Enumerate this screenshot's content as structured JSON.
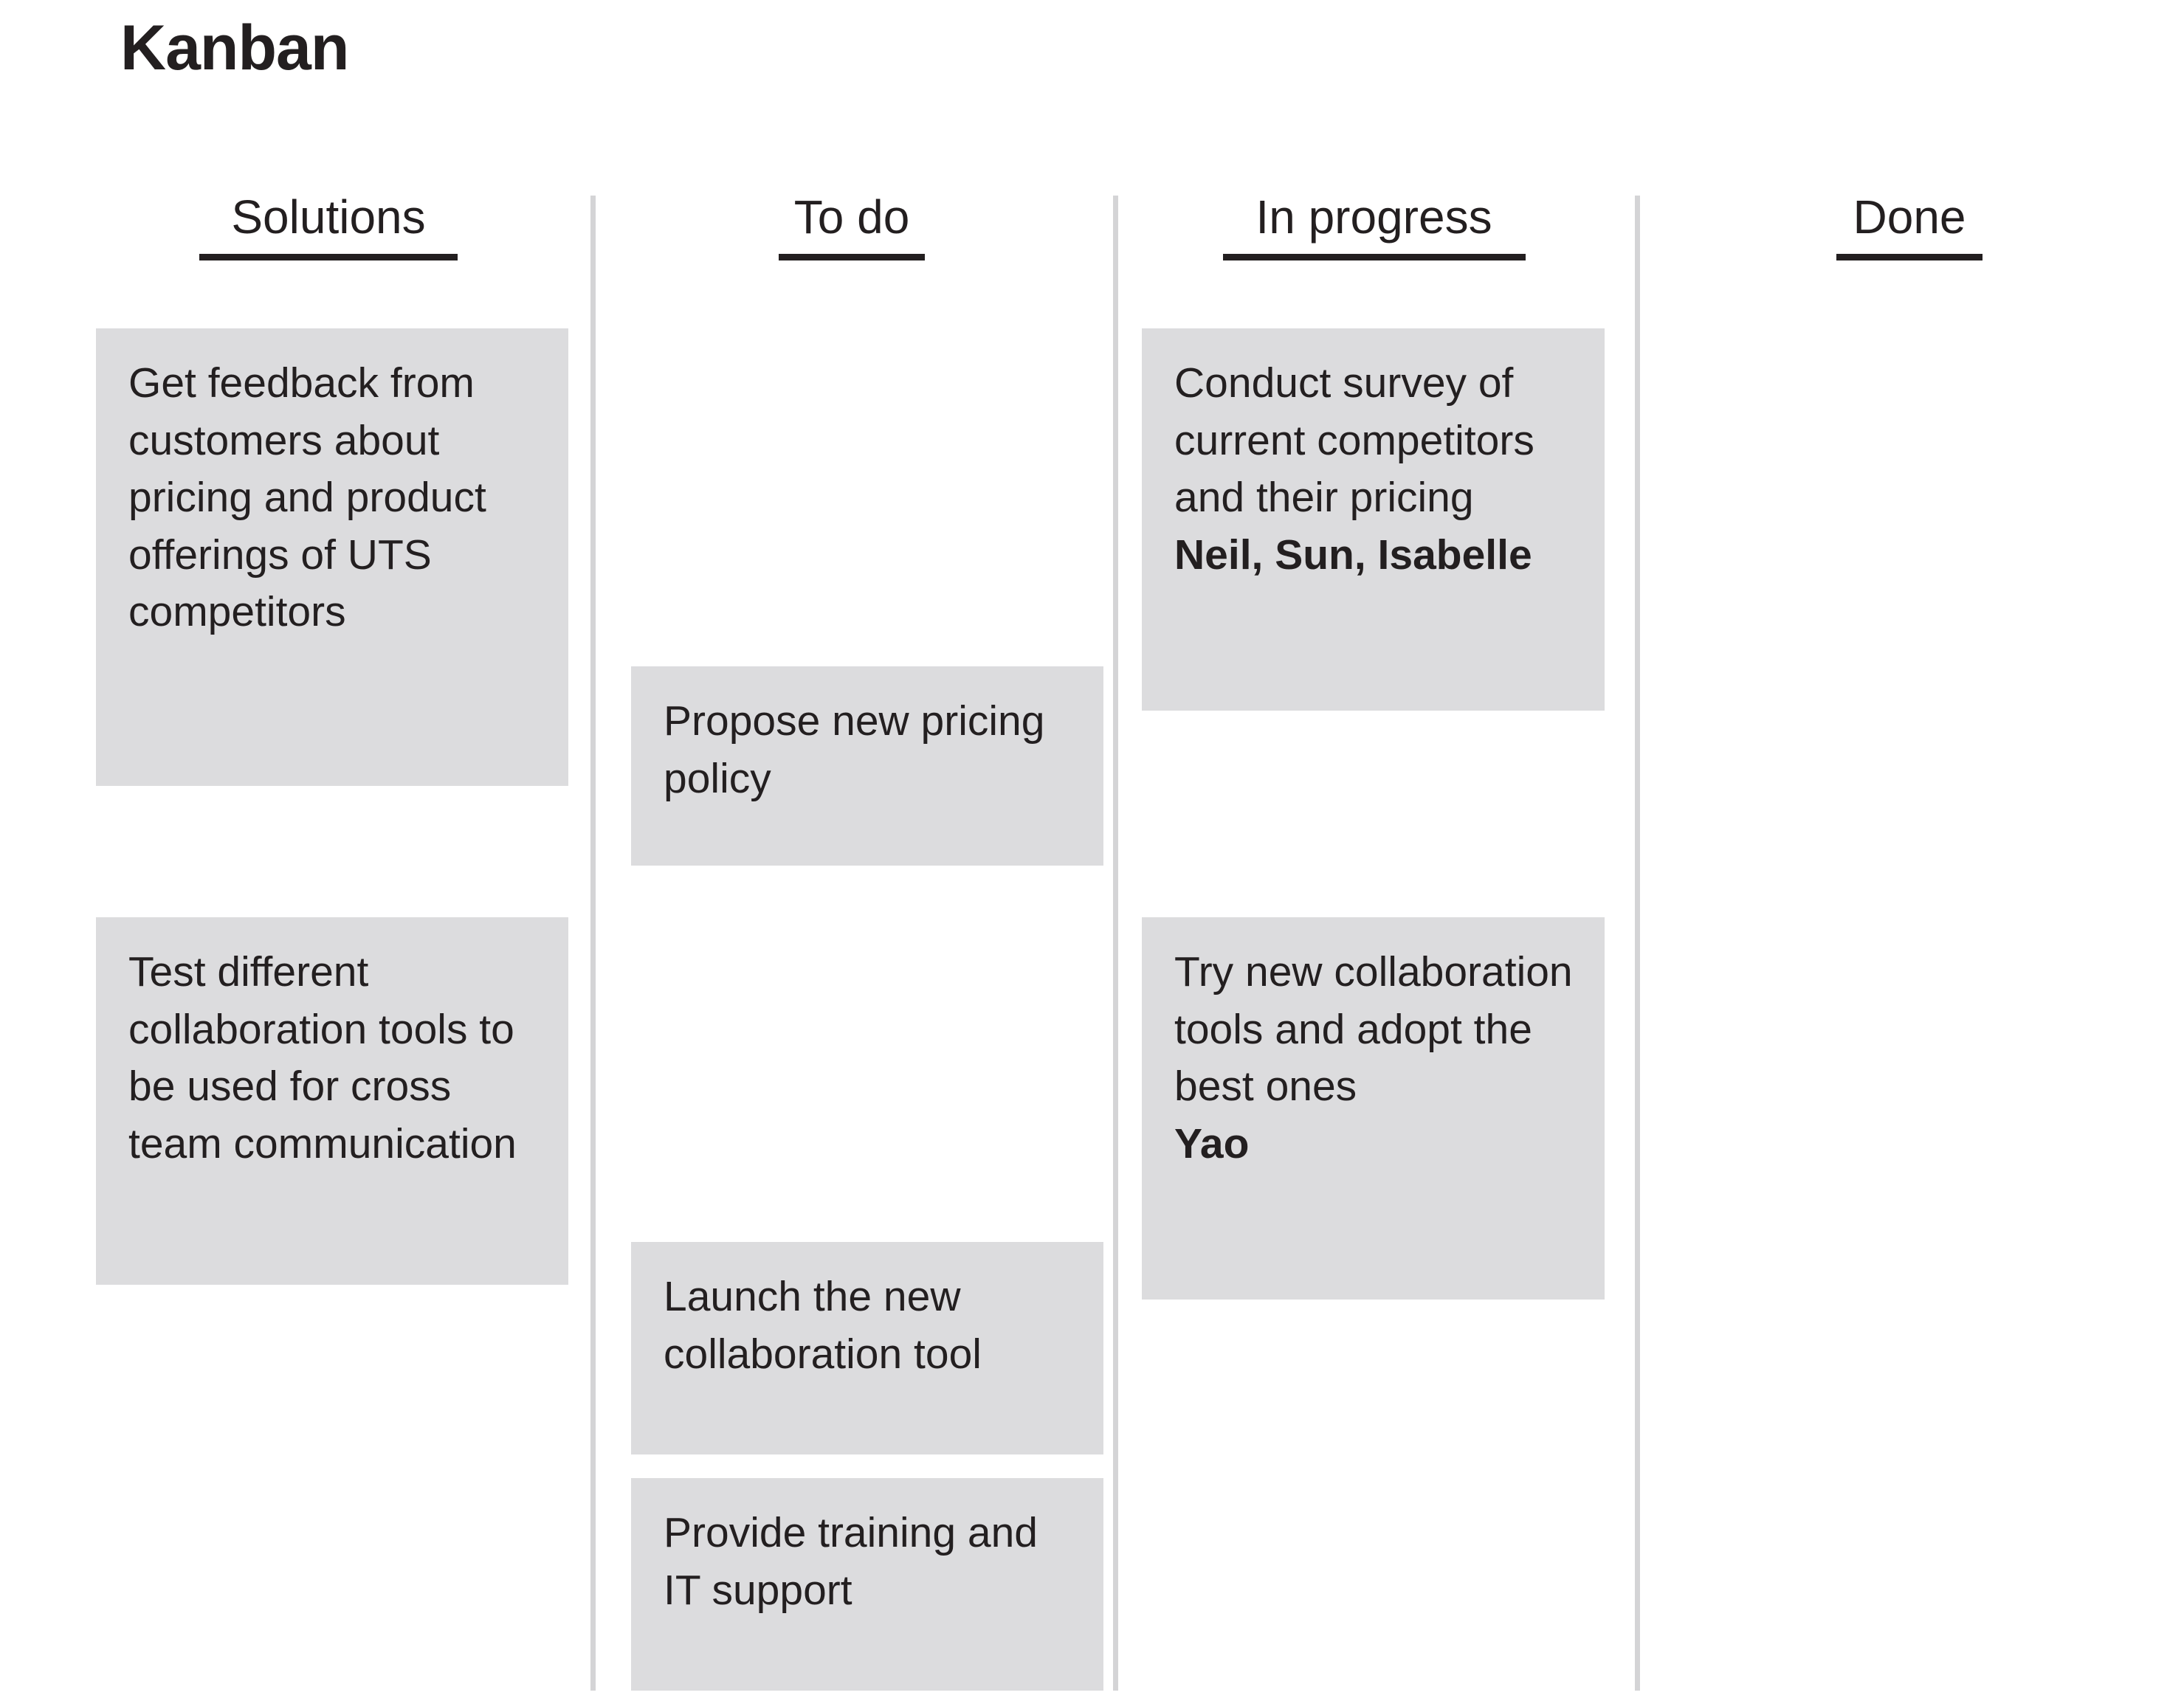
{
  "page": {
    "title": "Kanban"
  },
  "colors": {
    "card_background": "#dcdcde",
    "text": "#231f20",
    "divider": "#d4d4d6",
    "page_background": "#ffffff"
  },
  "board": {
    "columns": [
      {
        "id": "solutions",
        "title": "Solutions",
        "cards": [
          {
            "text": "Get feedback from customers about pricing and product offerings of UTS competitors",
            "assignees": ""
          },
          {
            "text": "Test different collaboration tools to be used for cross team communication",
            "assignees": ""
          }
        ]
      },
      {
        "id": "todo",
        "title": "To do",
        "cards": [
          {
            "text": "Propose new pricing policy",
            "assignees": ""
          },
          {
            "text": "Launch the new collaboration tool",
            "assignees": ""
          },
          {
            "text": "Provide training and IT support",
            "assignees": ""
          }
        ]
      },
      {
        "id": "inprogress",
        "title": "In progress",
        "cards": [
          {
            "text": "Conduct survey of current competitors and their pricing",
            "assignees": "Neil, Sun, Isabelle"
          },
          {
            "text": "Try new collaboration tools and adopt the best ones",
            "assignees": "Yao"
          }
        ]
      },
      {
        "id": "done",
        "title": "Done",
        "cards": []
      }
    ]
  }
}
